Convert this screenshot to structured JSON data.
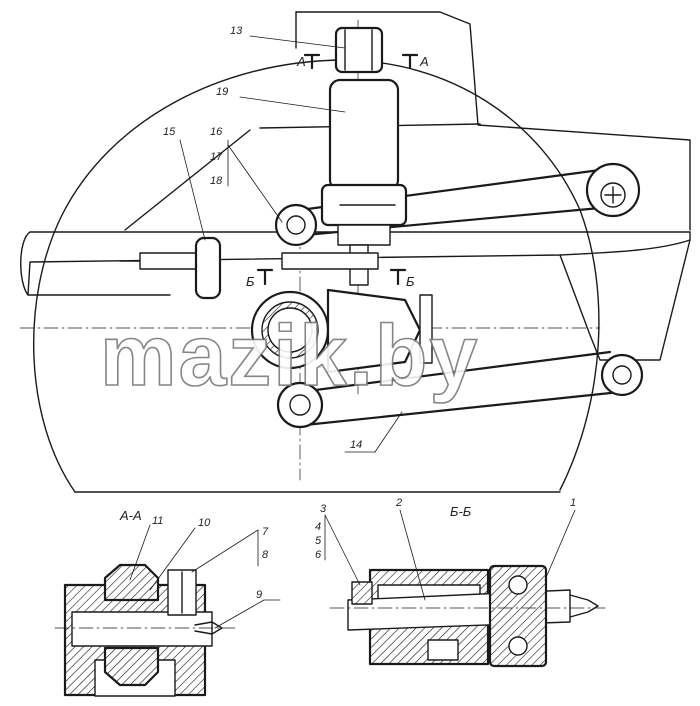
{
  "watermark": "mazik.by",
  "sections": {
    "aa": "А-А",
    "bb": "Б-Б"
  },
  "section_marks": {
    "a_left": "А",
    "a_right": "А",
    "b_left": "Б",
    "b_right": "Б"
  },
  "callouts": {
    "c1": "1",
    "c2": "2",
    "c3": "3",
    "c4": "4",
    "c5": "5",
    "c6": "6",
    "c7": "7",
    "c8": "8",
    "c9": "9",
    "c10": "10",
    "c11": "11",
    "c13": "13",
    "c14": "14",
    "c15": "15",
    "c16": "16",
    "c17": "17",
    "c18": "18",
    "c19": "19"
  }
}
